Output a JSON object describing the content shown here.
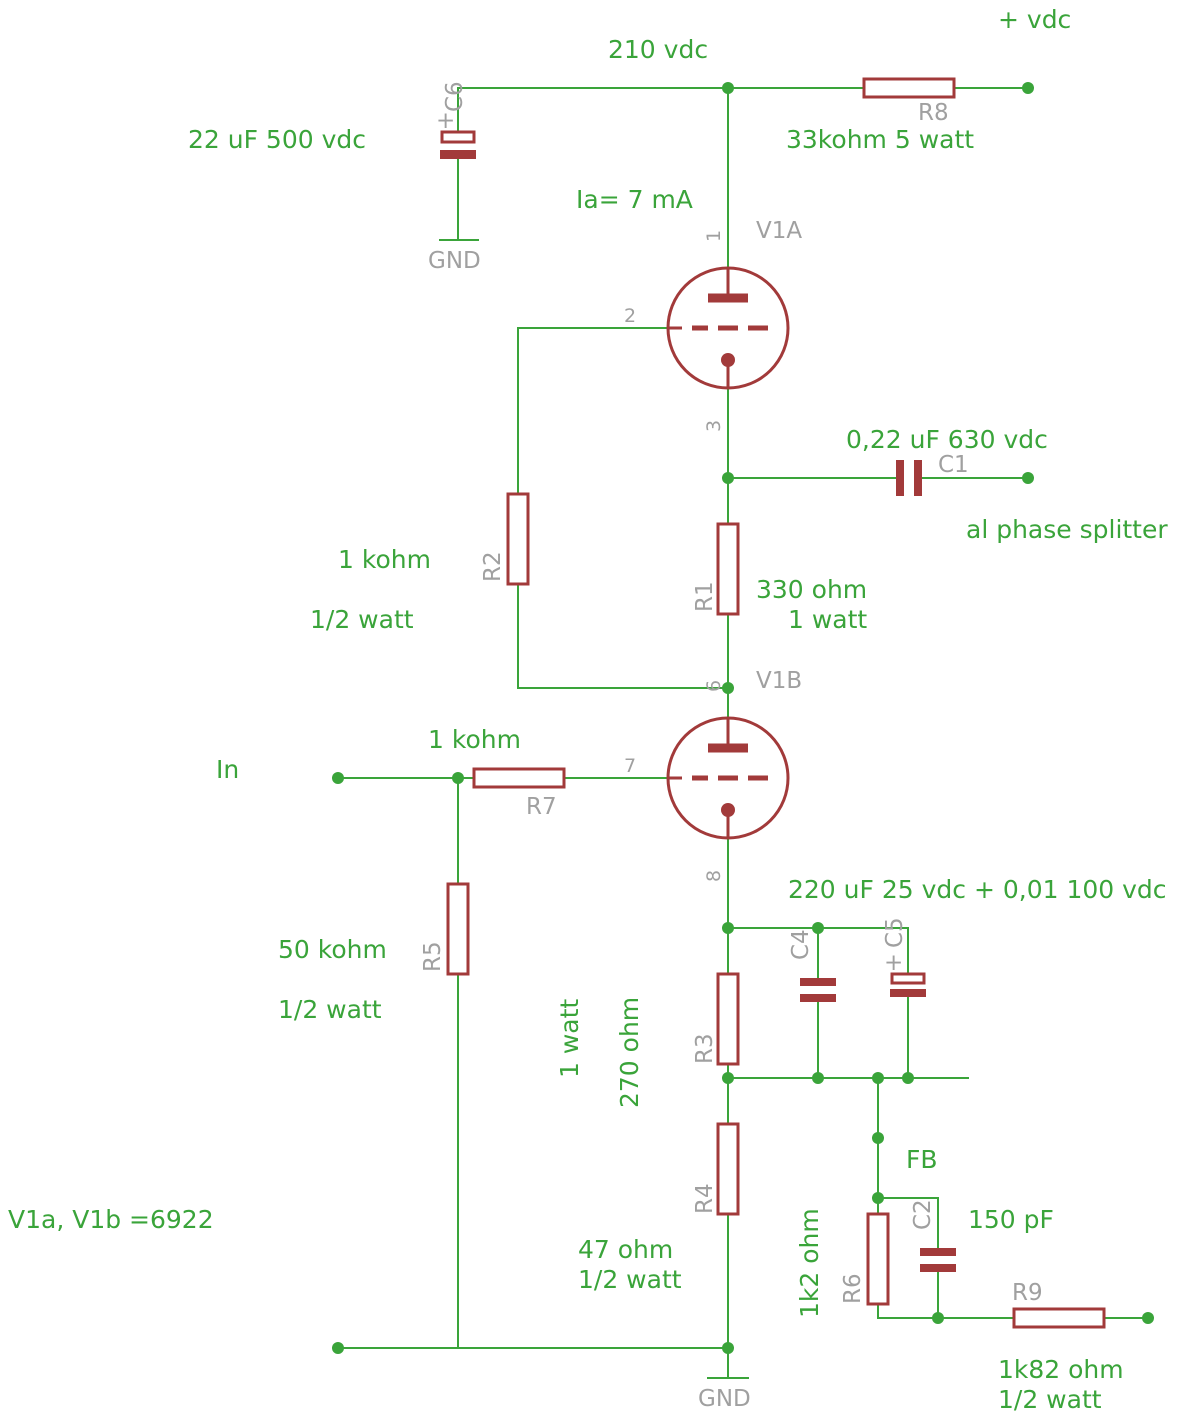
{
  "labels": {
    "plus_vdc": "+ vdc",
    "v210": "210 vdc",
    "c6_value": "22 uF 500 vdc",
    "r8_value": "33kohm 5 watt",
    "ia": "Ia= 7 mA",
    "c1_value": "0,22 uF 630 vdc",
    "phase_splitter": "al phase splitter",
    "r2_value": "1 kohm",
    "r2_power": "1/2 watt",
    "r1_value": "330 ohm",
    "r1_power": "1 watt",
    "input": "In",
    "r7_value": "1 kohm",
    "c4c5_value": "220 uF 25 vdc + 0,01 100 vdc",
    "r5_value": "50 kohm",
    "r5_power": "1/2 watt",
    "r3_power": "1 watt",
    "r3_value": "270 ohm",
    "fb": "FB",
    "tubes": "V1a, V1b =6922",
    "c2_value": "150 pF",
    "r4_value": "47 ohm",
    "r4_power": "1/2 watt",
    "r6_value": "1k2 ohm",
    "r9_value": "1k82 ohm",
    "r9_power": "1/2 watt"
  },
  "refs": {
    "c6": "C6",
    "r8": "R8",
    "gnd_top": "GND",
    "v1a": "V1A",
    "c1": "C1",
    "r2": "R2",
    "r1": "R1",
    "v1b": "V1B",
    "r7": "R7",
    "r5": "R5",
    "c4": "C4",
    "c5": "C5",
    "r3": "R3",
    "r4": "R4",
    "c2": "C2",
    "r6": "R6",
    "r9": "R9",
    "gnd_bottom": "GND"
  },
  "pins": {
    "p1": "1",
    "p2": "2",
    "p3": "3",
    "p6": "6",
    "p7": "7",
    "p8": "8"
  },
  "polarity_marks": {
    "c6": "+",
    "c5": "+"
  },
  "colors": {
    "wire": "#3aa43a",
    "component": "#a23a3a",
    "reference": "#a0a0a0"
  }
}
